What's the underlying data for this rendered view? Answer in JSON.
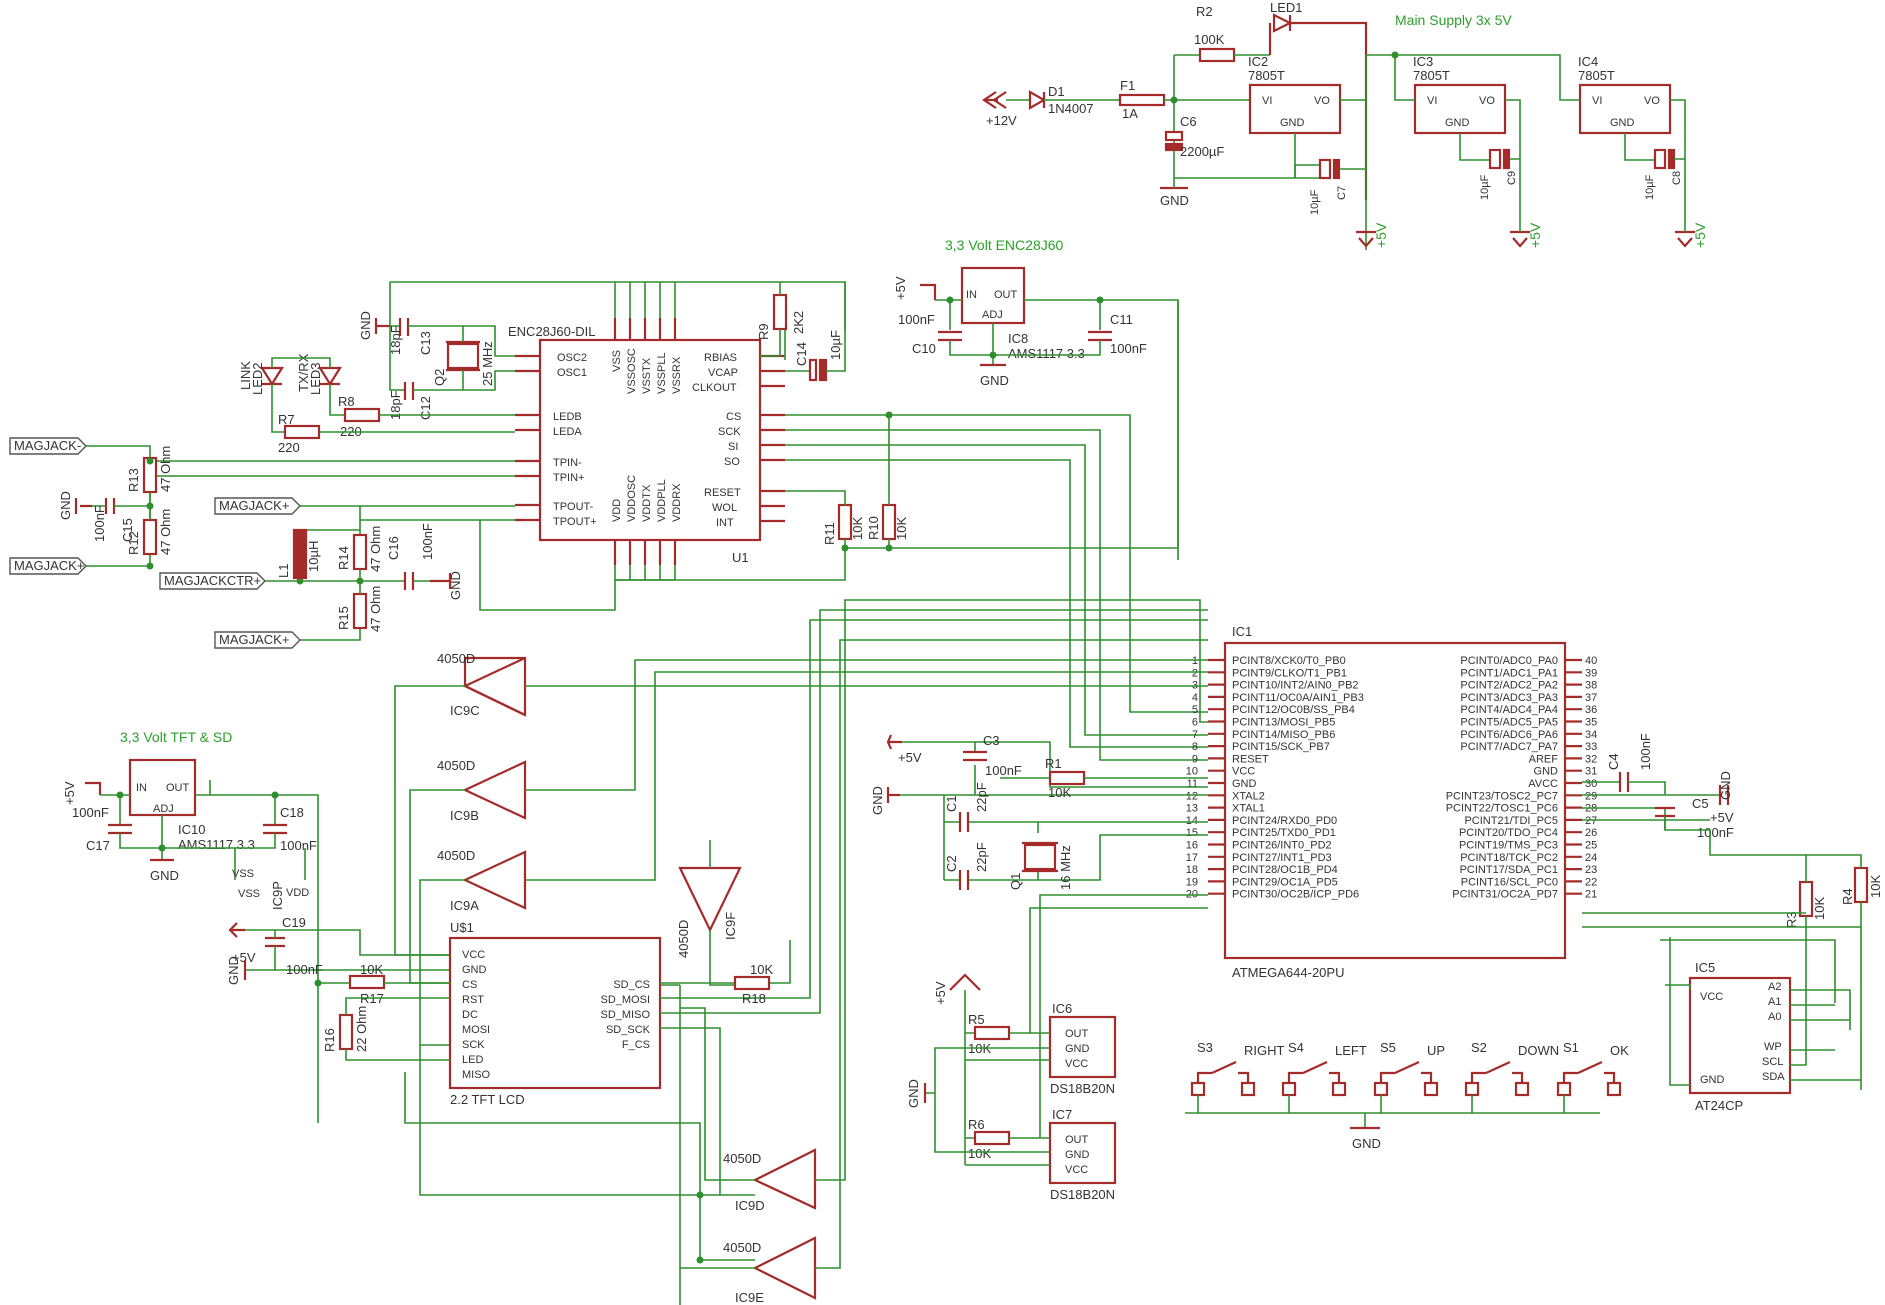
{
  "notes": {
    "main_supply": "Main Supply 3x 5V",
    "enc_supply": "3,3 Volt ENC28J60",
    "tft_supply": "3,3 Volt TFT & SD"
  },
  "power": {
    "p12v": "+12V",
    "p5v": "+5V",
    "gnd": "GND",
    "d1": "D1",
    "d1_val": "1N4007",
    "f1": "F1",
    "f1_val": "1A",
    "r2": "R2",
    "r2_val": "100K",
    "led1": "LED1",
    "c6": "C6",
    "c6_val": "2200µF",
    "ic2": "IC2",
    "ic3": "IC3",
    "ic4": "IC4",
    "reg_val": "7805T",
    "vi": "VI",
    "vo": "VO",
    "reg_gnd": "GND",
    "c7": "C7",
    "c9": "C9",
    "c8": "C8",
    "cap_10u": "10µF"
  },
  "reg33": {
    "ic8": "IC8",
    "ic10": "IC10",
    "val": "AMS1117 3.3",
    "in": "IN",
    "out": "OUT",
    "adj": "ADJ",
    "c10": "C10",
    "c11": "C11",
    "c17": "C17",
    "c18": "C18",
    "c19": "C19",
    "cap_100n": "100nF"
  },
  "enc": {
    "part": "ENC28J60-DIL",
    "ref": "U1",
    "osc2": "OSC2",
    "osc1": "OSC1",
    "ledb": "LEDB",
    "leda": "LEDA",
    "tpin_m": "TPIN-",
    "tpin_p": "TPIN+",
    "tpout_m": "TPOUT-",
    "tpout_p": "TPOUT+",
    "rbias": "RBIAS",
    "vcap": "VCAP",
    "clkout": "CLKOUT",
    "cs": "CS",
    "sck": "SCK",
    "si": "SI",
    "so": "SO",
    "reset": "RESET",
    "wol": "WOL",
    "int": "INT",
    "top_pins": [
      "VSS",
      "VSSOSC",
      "VSSTX",
      "VSSPLL",
      "VSSRX"
    ],
    "bot_pins": [
      "VDD",
      "VDDOSC",
      "VDDTX",
      "VDDPLL",
      "VDDRX"
    ],
    "c13": "C13",
    "c12": "C12",
    "cap_18p": "18pF",
    "q2": "Q2",
    "q2_val": "25 MHz",
    "r9": "R9",
    "r9_val": "2K2",
    "c14": "C14",
    "c14_val": "10µF",
    "led2": "LED2",
    "led2_name": "LINK",
    "led3": "LED3",
    "led3_name": "TX/RX",
    "r7": "R7",
    "r8": "R8",
    "r220": "220",
    "r13": "R13",
    "r12": "R12",
    "r14": "R14",
    "r15": "R15",
    "r47": "47 Ohm",
    "c15": "C15",
    "c16": "C16",
    "cap_100n": "100nF",
    "l1": "L1",
    "l1_val": "10µH",
    "r11": "R11",
    "r10": "R10",
    "r10k": "10K"
  },
  "magjack": {
    "minus": "MAGJACK-",
    "plus": "MAGJACK+",
    "ctr": "MAGJACKCTR+"
  },
  "buffers": {
    "part": "4050D",
    "ic9c": "IC9C",
    "ic9b": "IC9B",
    "ic9a": "IC9A",
    "ic9f": "IC9F",
    "ic9d": "IC9D",
    "ic9e": "IC9E",
    "ic9p": "IC9P",
    "vss": "VSS",
    "vdd": "VDD"
  },
  "tft": {
    "ref": "U$1",
    "name": "2.2 TFT LCD",
    "left_pins": [
      "VCC",
      "GND",
      "CS",
      "RST",
      "DC",
      "MOSI",
      "SCK",
      "LED",
      "MISO"
    ],
    "right_pins": [
      "SD_CS",
      "SD_MOSI",
      "SD_MISO",
      "SD_SCK",
      "F_CS"
    ],
    "r17": "R17",
    "r18": "R18",
    "r16": "R16",
    "r10k": "10K",
    "r22": "22 Ohm"
  },
  "mcu": {
    "ref": "IC1",
    "part": "ATMEGA644-20PU",
    "left_pins": [
      "PCINT8/XCK0/T0_PB0",
      "PCINT9/CLKO/T1_PB1",
      "PCINT10/INT2/AIN0_PB2",
      "PCINT11/OC0A/AIN1_PB3",
      "PCINT12/OC0B/SS_PB4",
      "PCINT13/MOSI_PB5",
      "PCINT14/MISO_PB6",
      "PCINT15/SCK_PB7",
      "RESET",
      "VCC",
      "GND",
      "XTAL2",
      "XTAL1",
      "PCINT24/RXD0_PD0",
      "PCINT25/TXD0_PD1",
      "PCINT26/INT0_PD2",
      "PCINT27/INT1_PD3",
      "PCINT28/OC1B_PD4",
      "PCINT29/OC1A_PD5",
      "PCINT30/OC2B/ICP_PD6"
    ],
    "right_pins": [
      "PCINT0/ADC0_PA0",
      "PCINT1/ADC1_PA1",
      "PCINT2/ADC2_PA2",
      "PCINT3/ADC3_PA3",
      "PCINT4/ADC4_PA4",
      "PCINT5/ADC5_PA5",
      "PCINT6/ADC6_PA6",
      "PCINT7/ADC7_PA7",
      "AREF",
      "GND",
      "AVCC",
      "PCINT23/TOSC2_PC7",
      "PCINT22/TOSC1_PC6",
      "PCINT21/TDI_PC5",
      "PCINT20/TDO_PC4",
      "PCINT19/TMS_PC3",
      "PCINT18/TCK_PC2",
      "PCINT17/SDA_PC1",
      "PCINT16/SCL_PC0",
      "PCINT31/OC2A_PD7"
    ],
    "c3": "C3",
    "c1": "C1",
    "c2": "C2",
    "c4": "C4",
    "c5": "C5",
    "cap_100n": "100nF",
    "cap_22p": "22pF",
    "r1": "R1",
    "r1_val": "10K",
    "q1": "Q1",
    "q1_val": "16 MHz"
  },
  "sensors": {
    "ic6": "IC6",
    "ic7": "IC7",
    "part": "DS18B20N",
    "out": "OUT",
    "gnd": "GND",
    "vcc": "VCC",
    "r5": "R5",
    "r6": "R6",
    "r10k": "10K"
  },
  "switches": [
    {
      "ref": "S3",
      "name": "RIGHT"
    },
    {
      "ref": "S4",
      "name": "LEFT"
    },
    {
      "ref": "S5",
      "name": "UP"
    },
    {
      "ref": "S2",
      "name": "DOWN"
    },
    {
      "ref": "S1",
      "name": "OK"
    }
  ],
  "eeprom": {
    "ref": "IC5",
    "part": "AT24CP",
    "vcc": "VCC",
    "gnd": "GND",
    "a2": "A2",
    "a1": "A1",
    "a0": "A0",
    "wp": "WP",
    "scl": "SCL",
    "sda": "SDA",
    "r3": "R3",
    "r4": "R4",
    "r10k": "10K"
  }
}
